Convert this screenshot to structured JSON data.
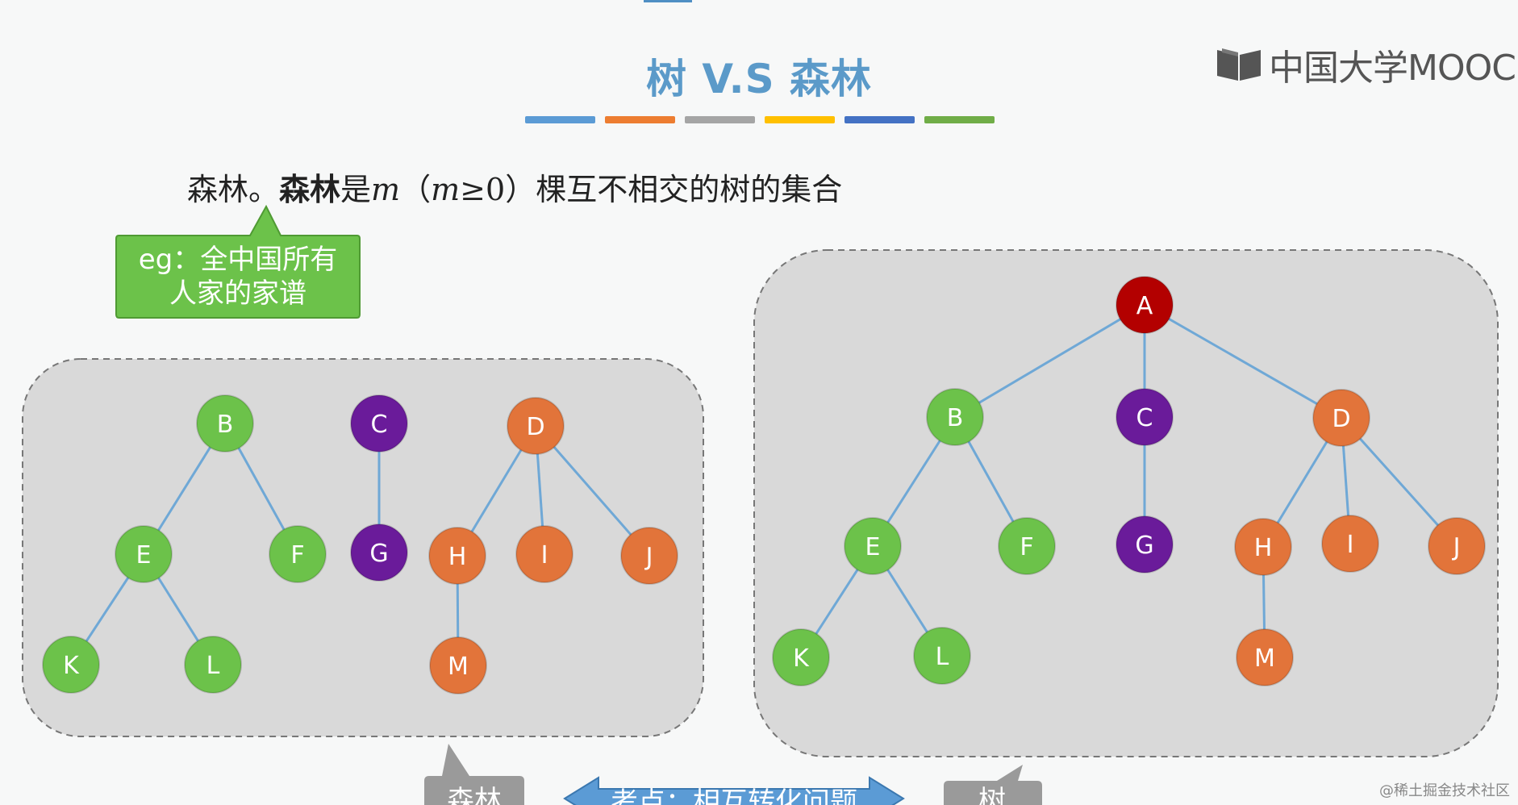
{
  "title": "树 V.S 森林",
  "title_bar_colors": [
    "#5b9bd5",
    "#ed7d31",
    "#a5a5a5",
    "#ffc000",
    "#4472c4",
    "#70ad47"
  ],
  "logo": {
    "text": "中国大学MOOC"
  },
  "definition": {
    "prefix": "森林。",
    "bold": "森林",
    "mid": "是",
    "var": "m",
    "paren_open": "（",
    "cond_var": "m",
    "cond": "≥0",
    "paren_close": "）",
    "suffix": "棵互不相交的树的集合"
  },
  "callout_example": {
    "lines": [
      "eg：全中国所有",
      "人家的家谱"
    ]
  },
  "bottom_labels": {
    "forest": "森林",
    "center": "考点：相互转化问题",
    "tree": "树"
  },
  "colors": {
    "green": "#6cc24a",
    "purple": "#6a1b9a",
    "orange": "#e2743a",
    "red": "#b30000",
    "edge": "#6fa8d6"
  },
  "forest": {
    "nodes": [
      {
        "id": "B",
        "color": "green"
      },
      {
        "id": "E",
        "color": "green"
      },
      {
        "id": "F",
        "color": "green"
      },
      {
        "id": "K",
        "color": "green"
      },
      {
        "id": "L",
        "color": "green"
      },
      {
        "id": "C",
        "color": "purple"
      },
      {
        "id": "G",
        "color": "purple"
      },
      {
        "id": "D",
        "color": "orange"
      },
      {
        "id": "H",
        "color": "orange"
      },
      {
        "id": "I",
        "color": "orange"
      },
      {
        "id": "J",
        "color": "orange"
      },
      {
        "id": "M",
        "color": "orange"
      }
    ],
    "edges": [
      [
        "B",
        "E"
      ],
      [
        "B",
        "F"
      ],
      [
        "E",
        "K"
      ],
      [
        "E",
        "L"
      ],
      [
        "C",
        "G"
      ],
      [
        "D",
        "H"
      ],
      [
        "D",
        "I"
      ],
      [
        "D",
        "J"
      ],
      [
        "H",
        "M"
      ]
    ]
  },
  "tree": {
    "nodes": [
      {
        "id": "A",
        "color": "red"
      },
      {
        "id": "B",
        "color": "green"
      },
      {
        "id": "C",
        "color": "purple"
      },
      {
        "id": "D",
        "color": "orange"
      },
      {
        "id": "E",
        "color": "green"
      },
      {
        "id": "F",
        "color": "green"
      },
      {
        "id": "G",
        "color": "purple"
      },
      {
        "id": "H",
        "color": "orange"
      },
      {
        "id": "I",
        "color": "orange"
      },
      {
        "id": "J",
        "color": "orange"
      },
      {
        "id": "K",
        "color": "green"
      },
      {
        "id": "L",
        "color": "green"
      },
      {
        "id": "M",
        "color": "orange"
      }
    ],
    "edges": [
      [
        "A",
        "B"
      ],
      [
        "A",
        "C"
      ],
      [
        "A",
        "D"
      ],
      [
        "B",
        "E"
      ],
      [
        "B",
        "F"
      ],
      [
        "C",
        "G"
      ],
      [
        "D",
        "H"
      ],
      [
        "D",
        "I"
      ],
      [
        "D",
        "J"
      ],
      [
        "E",
        "K"
      ],
      [
        "E",
        "L"
      ],
      [
        "H",
        "M"
      ]
    ]
  },
  "watermark": "@稀土掘金技术社区"
}
